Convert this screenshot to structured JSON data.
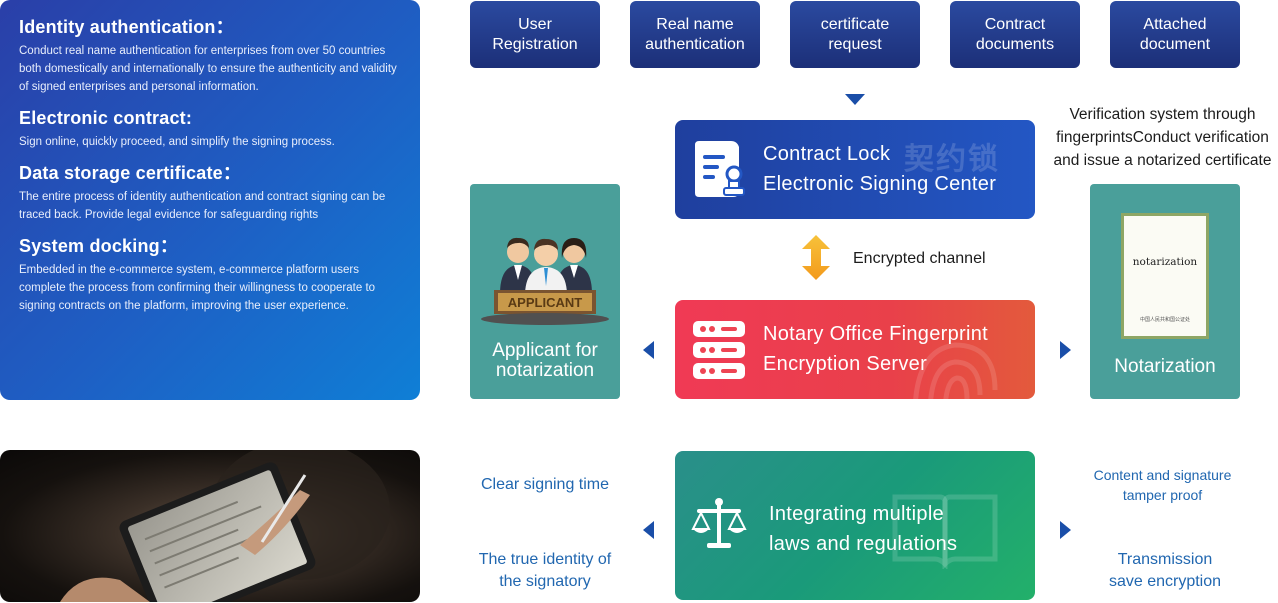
{
  "info_panel": {
    "blocks": [
      {
        "title": "Identity authentication：",
        "text": "Conduct real name authentication for enterprises from over 50 countries both domestically and internationally to ensure the authenticity and validity of signed enterprises and personal information."
      },
      {
        "title": "Electronic contract:",
        "text": "Sign online, quickly proceed, and simplify the signing process."
      },
      {
        "title": "Data storage certificate：",
        "text": "The entire process of identity authentication and contract signing can be traced back. Provide legal evidence for safeguarding rights"
      },
      {
        "title": "System docking：",
        "text": "Embedded in the e-commerce system, e-commerce platform users complete the process from confirming their willingness to cooperate to signing contracts on the platform, improving the user experience."
      }
    ]
  },
  "steps": [
    {
      "line1": "User",
      "line2": "Registration"
    },
    {
      "line1": "Real name",
      "line2": "authentication"
    },
    {
      "line1": "certificate",
      "line2": "request"
    },
    {
      "line1": "Contract",
      "line2": "documents"
    },
    {
      "line1": "Attached",
      "line2": "document"
    }
  ],
  "signing_center": {
    "line1": "Contract Lock",
    "line2": "Electronic Signing Center",
    "watermark": "契约锁"
  },
  "channel_label": "Encrypted channel",
  "notary_server": {
    "line1": "Notary Office Fingerprint",
    "line2": "Encryption Server"
  },
  "laws_card": {
    "line1": "Integrating multiple",
    "line2": "laws and regulations"
  },
  "applicant": {
    "sign": "APPLICANT",
    "line1": "Applicant for",
    "line2": "notarization"
  },
  "notarization": {
    "label": "Notarization",
    "cert_title": "notarization",
    "cert_foot": "中国人民共和国公证处"
  },
  "verification_note": {
    "line1": "Verification system through",
    "line2": "fingerprintsConduct verification",
    "line3": "and issue a notarized certificate"
  },
  "left_notes": {
    "clear_time": "Clear signing time",
    "identity_line1": "The true identity of",
    "identity_line2": "the signatory"
  },
  "right_notes": {
    "tamper_line1": "Content and signature",
    "tamper_line2": "tamper proof",
    "transmission_line1": "Transmission",
    "transmission_line2": "save encryption"
  },
  "colors": {
    "step_bg": "#1c2f78",
    "signing_bg": "#2357c4",
    "notary_bg": "#f03a55",
    "laws_bg": "#1a9a7a",
    "teal_box": "#4a9f9a",
    "arrow_blue": "#1a4ea8",
    "note_blue": "#2167b0"
  }
}
